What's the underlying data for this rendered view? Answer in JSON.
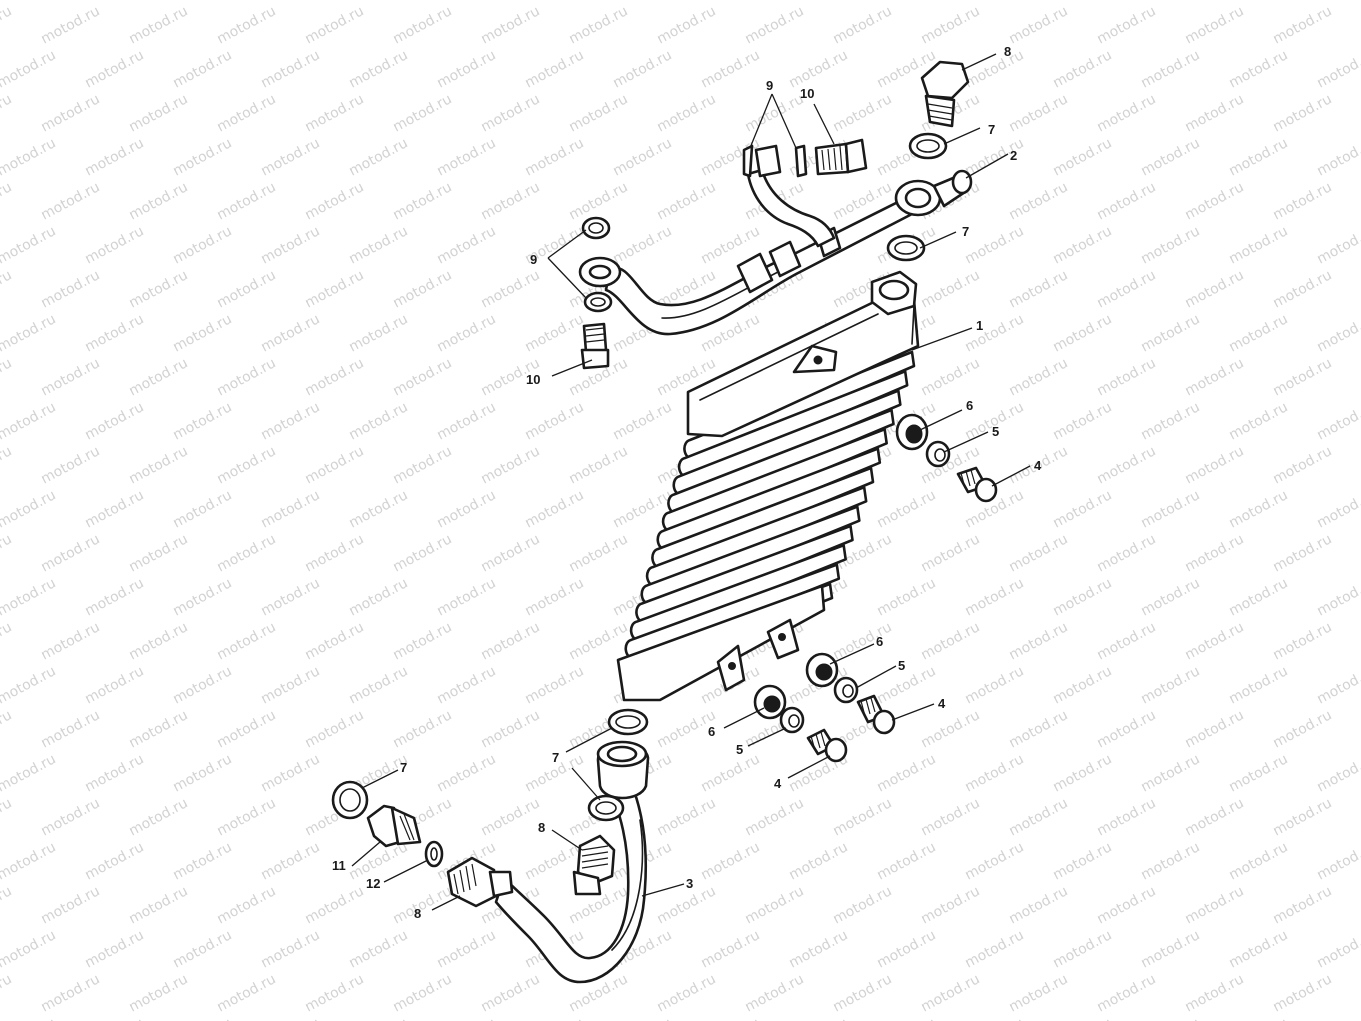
{
  "watermark": {
    "text": "motod.ru"
  },
  "callouts": {
    "c1": "1",
    "c2": "2",
    "c3": "3",
    "c4": "4",
    "c5": "5",
    "c6": "6",
    "c7": "7",
    "c8": "8",
    "c9": "9",
    "c10": "10",
    "c11": "11",
    "c12": "12"
  }
}
